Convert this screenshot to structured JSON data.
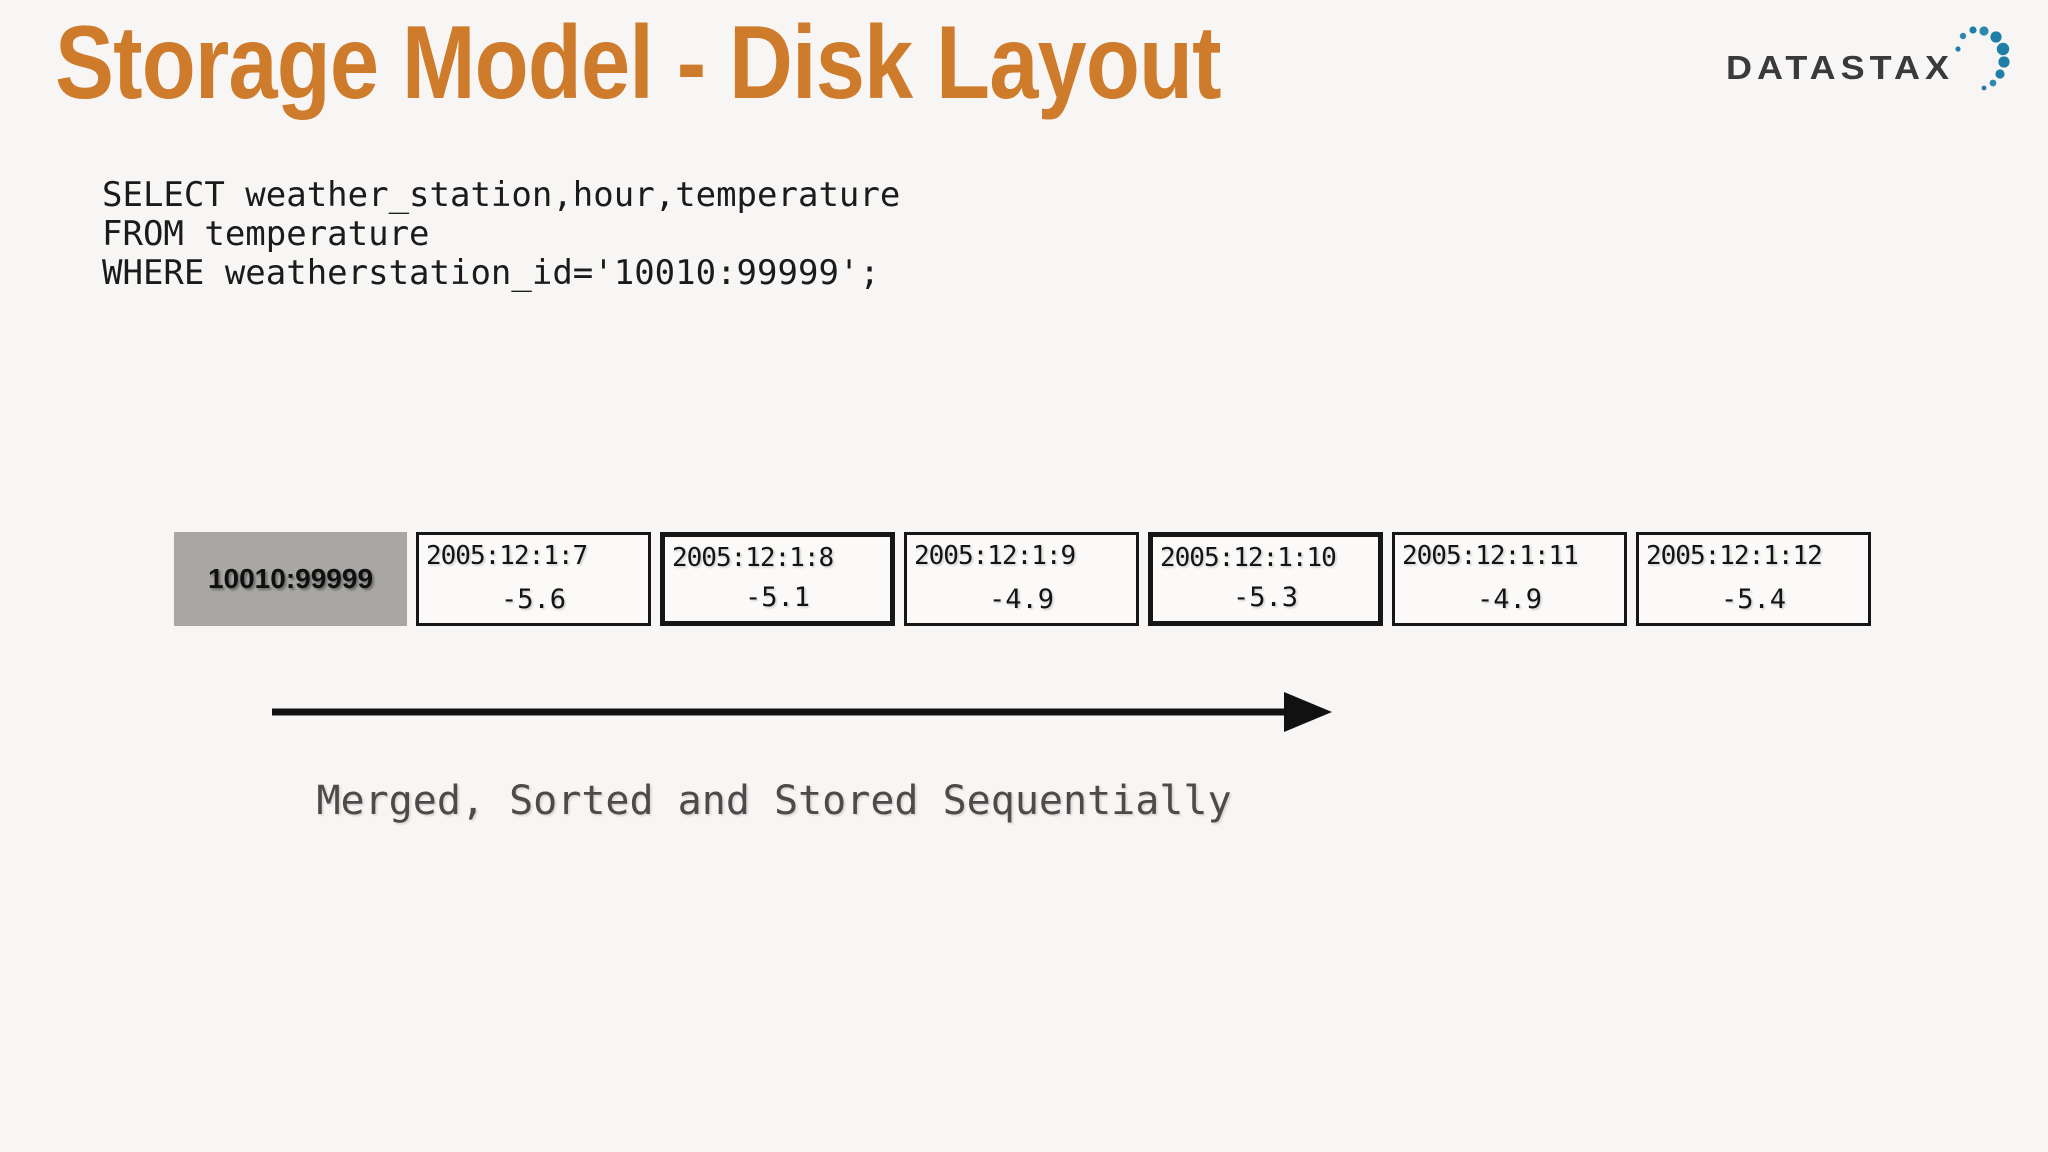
{
  "slide": {
    "title": "Storage Model - Disk Layout"
  },
  "logo": {
    "wordmark": "DATASTAX",
    "wordmark_color": "#3A3A3C",
    "dot_color": "#1F7EA6",
    "dot_color_alt": "#2F89AE"
  },
  "query": {
    "text": "SELECT weather_station,hour,temperature\nFROM temperature\nWHERE weatherstation_id='10010:99999';"
  },
  "storage_row": {
    "partition_key": "10010:99999",
    "cells": [
      {
        "timestamp": "2005:12:1:7",
        "temperature": "-5.6",
        "border": "3px"
      },
      {
        "timestamp": "2005:12:1:8",
        "temperature": "-5.1",
        "border": "5px"
      },
      {
        "timestamp": "2005:12:1:9",
        "temperature": "-4.9",
        "border": "3px"
      },
      {
        "timestamp": "2005:12:1:10",
        "temperature": "-5.3",
        "border": "5px"
      },
      {
        "timestamp": "2005:12:1:11",
        "temperature": "-4.9",
        "border": "3px"
      },
      {
        "timestamp": "2005:12:1:12",
        "temperature": "-5.4",
        "border": "3px"
      }
    ]
  },
  "caption": "Merged, Sorted and Stored Sequentially",
  "colors": {
    "background": "#F7F6F5",
    "title": "#CE7B2C",
    "box_border": "#161616",
    "partition_key_fill": "#A9A7A4",
    "arrow": "#111111",
    "caption_text": "#4E4A49"
  }
}
